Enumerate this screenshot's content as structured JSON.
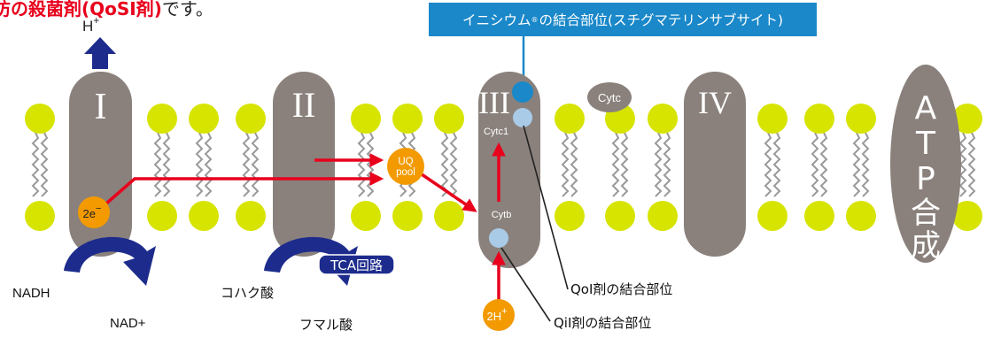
{
  "caption": {
    "emphasis": "防の殺菌剤(QoSI剤)",
    "tail": "です。"
  },
  "banner": {
    "prefix": "イニシウム",
    "mark": "®",
    "suffix": "の結合部位(スチグマテリンサブサイト)"
  },
  "labels": {
    "h_plus": "H+",
    "complex_1": "I",
    "complex_2": "II",
    "complex_3": "III",
    "complex_4": "IV",
    "atp_letters": [
      "A",
      "T",
      "P",
      "合",
      "成"
    ],
    "cytc": "Cytc",
    "cytc1": "Cytc1",
    "cytb": "Cytb",
    "uq_pool_line1": "UQ",
    "uq_pool_line2": "pool",
    "electron": "2e−",
    "two_h_plus": "2H+",
    "tca": "TCA回路",
    "nadh": "NADH",
    "nad_plus": "NAD+",
    "succinate": "コハク酸",
    "fumarate": "フマル酸",
    "qoi_site": "QoI剤の結合部位",
    "qii_site": "QiI剤の結合部位"
  },
  "colors": {
    "complex": "#8a817c",
    "lipid_head": "#d7e400",
    "lipid_tail": "#9a9a9a",
    "arrow_red": "#e8001c",
    "arrow_blue": "#1d2c8c",
    "carrier_orange": "#f39a00",
    "site_blue": "#1a88c9",
    "site_light": "#a9cbe8",
    "tca_badge": "#1d2c8c",
    "banner": "#1a88c9"
  }
}
